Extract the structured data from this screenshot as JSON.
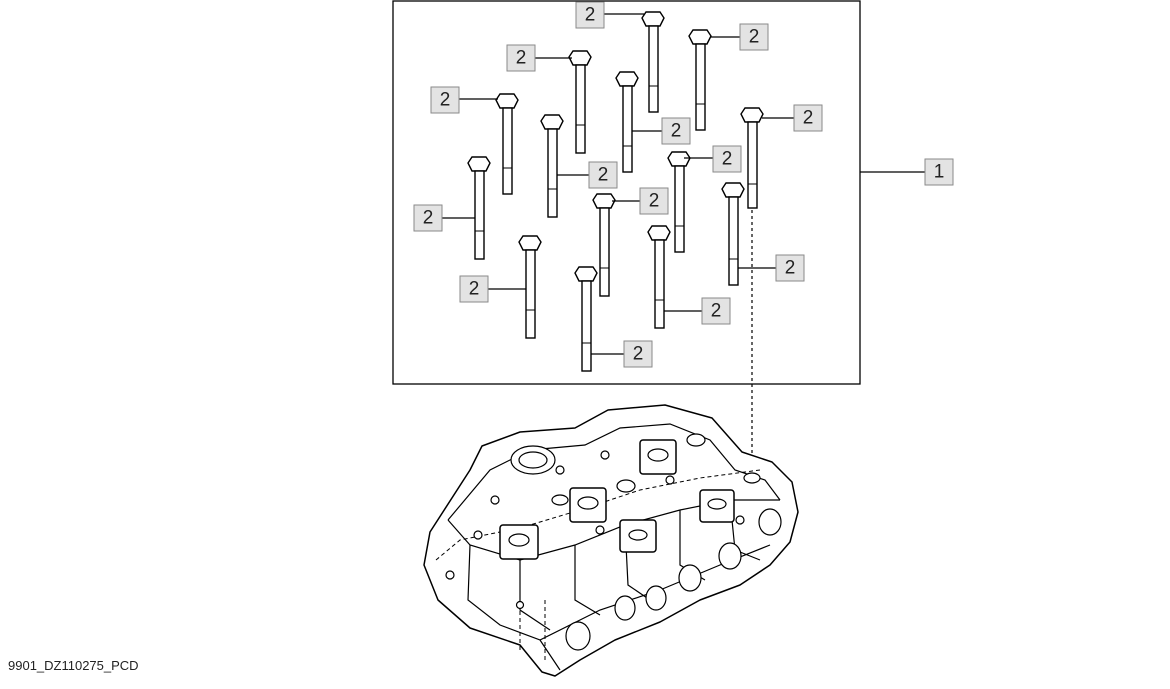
{
  "diagram": {
    "assembly_callout": "1",
    "bolt_callout": "2",
    "image_id_caption": "9901_DZ110275_PCD"
  }
}
